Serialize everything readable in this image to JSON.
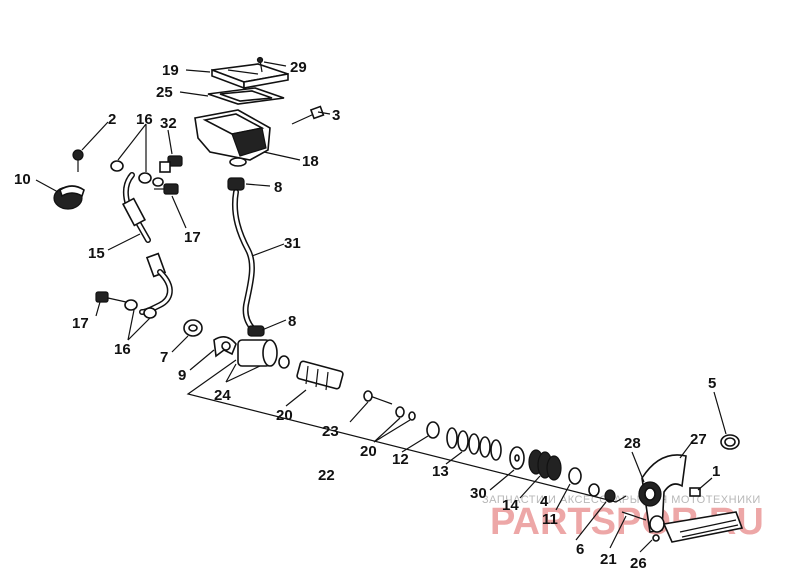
{
  "labels": {
    "l1": "1",
    "l2": "2",
    "l3": "3",
    "l5": "5",
    "l6": "6",
    "l7": "7",
    "l8a": "8",
    "l8b": "8",
    "l9": "9",
    "l10": "10",
    "l11": "11",
    "l12": "12",
    "l13": "13",
    "l14": "14",
    "l15": "15",
    "l16a": "16",
    "l16b": "16",
    "l17a": "17",
    "l17b": "17",
    "l18": "18",
    "l19": "19",
    "l20a": "20",
    "l20b": "20",
    "l21": "21",
    "l22": "22",
    "l23": "23",
    "l24": "24",
    "l25": "25",
    "l26": "26",
    "l27": "27",
    "l28": "28",
    "l29": "29",
    "l30": "30",
    "l31": "31",
    "l32": "32",
    "l4": "4"
  },
  "watermark": {
    "caption": "ЗАПЧАСТИ И АКСЕССУАРЫ ДЛЯ МОТОТЕХНИКИ",
    "brand": "PARTSPOR.RU"
  }
}
